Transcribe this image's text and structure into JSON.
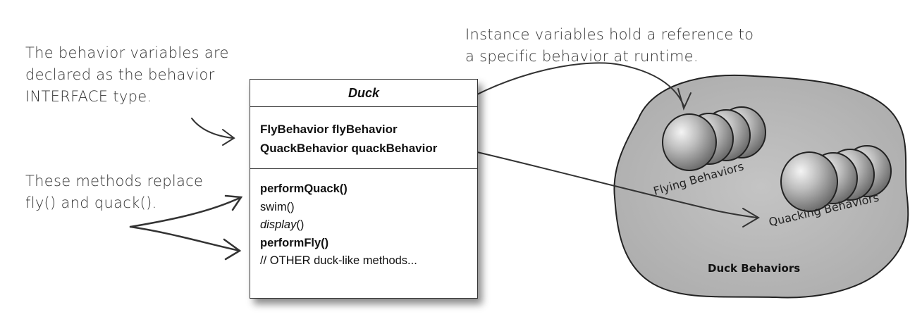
{
  "annotations": {
    "behavior_variables": [
      "The behavior variables are",
      "declared as the behavior",
      "INTERFACE type."
    ],
    "methods_replace": [
      "These methods replace",
      "fly() and quack()."
    ],
    "instance_variables": [
      "Instance variables hold a reference to",
      "a specific behavior at runtime."
    ]
  },
  "uml_class": {
    "name": "Duck",
    "attributes": [
      "FlyBehavior flyBehavior",
      "QuackBehavior quackBehavior"
    ],
    "methods": [
      {
        "text": "performQuack()",
        "style": "bold"
      },
      {
        "text": "swim()",
        "style": "normal"
      },
      {
        "text": "display()",
        "style": "italic-name"
      },
      {
        "text": "performFly()",
        "style": "bold"
      },
      {
        "text": "// OTHER duck-like methods...",
        "style": "normal"
      }
    ]
  },
  "behaviors": {
    "container_label": "Duck Behaviors",
    "groups": [
      "Flying Behaviors",
      "Quacking Behaviors"
    ]
  }
}
